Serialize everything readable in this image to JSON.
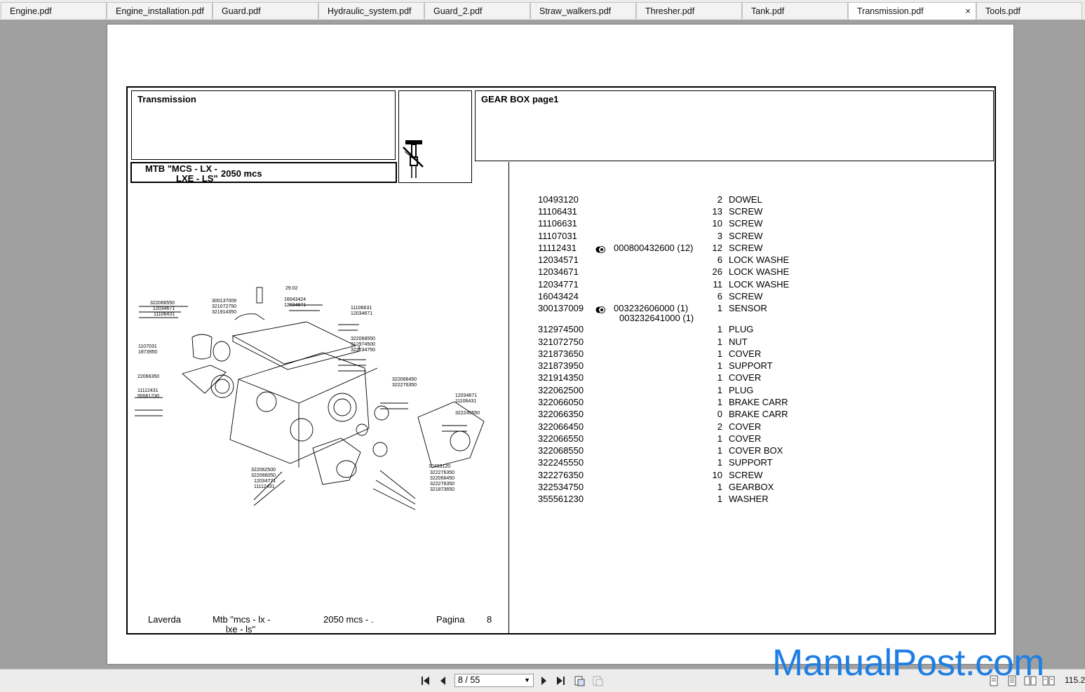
{
  "tabs": [
    {
      "label": "Engine.pdf",
      "active": false
    },
    {
      "label": "Engine_installation.pdf",
      "active": false
    },
    {
      "label": "Guard.pdf",
      "active": false
    },
    {
      "label": "Hydraulic_system.pdf",
      "active": false
    },
    {
      "label": "Guard_2.pdf",
      "active": false
    },
    {
      "label": "Straw_walkers.pdf",
      "active": false
    },
    {
      "label": "Thresher.pdf",
      "active": false
    },
    {
      "label": "Tank.pdf",
      "active": false
    },
    {
      "label": "Transmission.pdf",
      "active": true
    },
    {
      "label": "Tools.pdf",
      "active": false
    }
  ],
  "tab_close": "×",
  "doc": {
    "section_title": "Transmission",
    "model_line1": "MTB \"MCS - LX -",
    "model_line2": "LXE - LS\"",
    "model_code": "2050  mcs",
    "group_title": "GEAR BOX  page1",
    "footer": {
      "brand": "Laverda",
      "model_line1": "Mtb \"mcs - lx -",
      "model_line2": "lxe - ls\"",
      "code": "2050  mcs - .",
      "pagina_label": "Pagina",
      "page_no": "8"
    },
    "parts": [
      {
        "code": "10493120",
        "note": "",
        "note2": "",
        "marker": false,
        "qty": "2",
        "desc": "DOWEL"
      },
      {
        "code": "11106431",
        "note": "",
        "note2": "",
        "marker": false,
        "qty": "13",
        "desc": "SCREW"
      },
      {
        "code": "11106631",
        "note": "",
        "note2": "",
        "marker": false,
        "qty": "10",
        "desc": "SCREW"
      },
      {
        "code": "11107031",
        "note": "",
        "note2": "",
        "marker": false,
        "qty": "3",
        "desc": "SCREW"
      },
      {
        "code": "11112431",
        "note": "000800432600  (12)",
        "note2": "",
        "marker": true,
        "qty": "12",
        "desc": "SCREW"
      },
      {
        "code": "12034571",
        "note": "",
        "note2": "",
        "marker": false,
        "qty": "6",
        "desc": "LOCK WASHE"
      },
      {
        "code": "12034671",
        "note": "",
        "note2": "",
        "marker": false,
        "qty": "26",
        "desc": "LOCK WASHE"
      },
      {
        "code": "12034771",
        "note": "",
        "note2": "",
        "marker": false,
        "qty": "11",
        "desc": "LOCK WASHE"
      },
      {
        "code": "16043424",
        "note": "",
        "note2": "",
        "marker": false,
        "qty": "6",
        "desc": "SCREW"
      },
      {
        "code": "300137009",
        "note": "003232606000  (1)",
        "note2": "003232641000  (1)",
        "marker": true,
        "qty": "1",
        "desc": "SENSOR"
      },
      {
        "code": "312974500",
        "note": "",
        "note2": "",
        "marker": false,
        "qty": "1",
        "desc": "PLUG"
      },
      {
        "code": "321072750",
        "note": "",
        "note2": "",
        "marker": false,
        "qty": "1",
        "desc": "NUT"
      },
      {
        "code": "321873650",
        "note": "",
        "note2": "",
        "marker": false,
        "qty": "1",
        "desc": "COVER"
      },
      {
        "code": "321873950",
        "note": "",
        "note2": "",
        "marker": false,
        "qty": "1",
        "desc": "SUPPORT"
      },
      {
        "code": "321914350",
        "note": "",
        "note2": "",
        "marker": false,
        "qty": "1",
        "desc": "COVER"
      },
      {
        "code": "322062500",
        "note": "",
        "note2": "",
        "marker": false,
        "qty": "1",
        "desc": "PLUG"
      },
      {
        "code": "322066050",
        "note": "",
        "note2": "",
        "marker": false,
        "qty": "1",
        "desc": "BRAKE CARR"
      },
      {
        "code": "322066350",
        "note": "",
        "note2": "",
        "marker": false,
        "qty": "0",
        "desc": "BRAKE CARR"
      },
      {
        "code": "322066450",
        "note": "",
        "note2": "",
        "marker": false,
        "qty": "2",
        "desc": "COVER"
      },
      {
        "code": "322066550",
        "note": "",
        "note2": "",
        "marker": false,
        "qty": "1",
        "desc": "COVER"
      },
      {
        "code": "322068550",
        "note": "",
        "note2": "",
        "marker": false,
        "qty": "1",
        "desc": "COVER BOX"
      },
      {
        "code": "322245550",
        "note": "",
        "note2": "",
        "marker": false,
        "qty": "1",
        "desc": "SUPPORT"
      },
      {
        "code": "322276350",
        "note": "",
        "note2": "",
        "marker": false,
        "qty": "10",
        "desc": "SCREW"
      },
      {
        "code": "322534750",
        "note": "",
        "note2": "",
        "marker": false,
        "qty": "1",
        "desc": "GEARBOX"
      },
      {
        "code": "355561230",
        "note": "",
        "note2": "",
        "marker": false,
        "qty": "1",
        "desc": "WASHER"
      }
    ],
    "diagram_labels": [
      "322066550",
      "12034671",
      "11106431",
      "300137009",
      "321072750",
      "321914350",
      "16043424",
      "12034671",
      "11106631",
      "12034671",
      "29.02",
      "1107031",
      "1873950",
      "322068550",
      "312974500",
      "322534750",
      "22066350",
      "11112431",
      "55561230",
      "322066450",
      "322276350",
      "12034671",
      "11106431",
      "322245550",
      "322062500",
      "322066050",
      "12034771",
      "11112431",
      "10493120",
      "322276350",
      "322066450",
      "322276350",
      "321873650"
    ]
  },
  "toolbar": {
    "page_indicator": "8 / 55",
    "zoom": "115.2"
  },
  "watermark": "ManualPost.com",
  "colors": {
    "watermark": "#1e7ee4",
    "viewer_bg": "#a0a0a0"
  }
}
